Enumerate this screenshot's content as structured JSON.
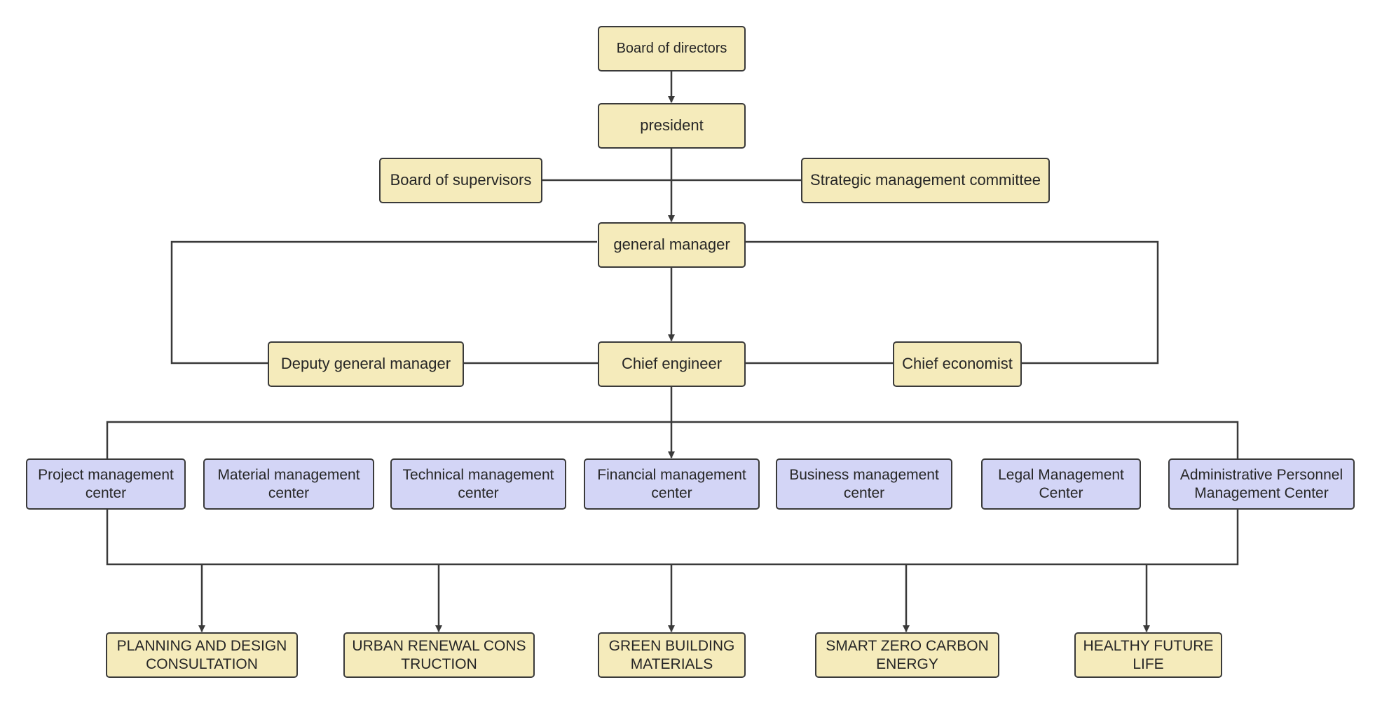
{
  "nodes": {
    "board_of_directors": "Board of directors",
    "president": "president",
    "board_of_supervisors": "Board of supervisors",
    "strategic_committee": "Strategic management committee",
    "general_manager": "general manager",
    "deputy_general_manager": "Deputy general manager",
    "chief_engineer": "Chief engineer",
    "chief_economist": "Chief economist",
    "project_center": "Project management center",
    "material_center": "Material management center",
    "technical_center": "Technical management center",
    "financial_center": "Financial management center",
    "business_center": "Business management center",
    "legal_center": "Legal Management Center",
    "admin_center": "Administrative Personnel Management Center",
    "planning": "PLANNING AND DESIGN CONSULTATION",
    "urban_renewal": "URBAN RENEWAL CONS TRUCTION",
    "green_building": "GREEN BUILDING MATERIALS",
    "smart_energy": "SMART ZERO CARBON ENERGY",
    "healthy_life": "HEALTHY FUTURE LIFE"
  },
  "colors": {
    "leadership_fill": "#f5ebbb",
    "center_fill": "#d3d5f6",
    "stroke": "#3a3a3a"
  }
}
